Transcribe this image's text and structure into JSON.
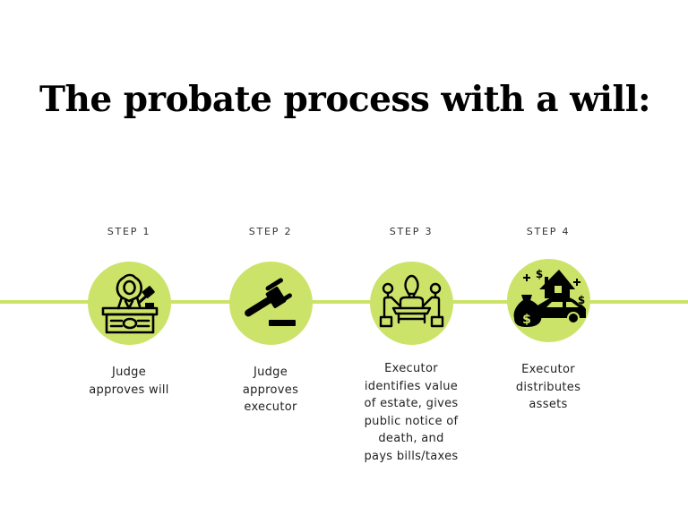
{
  "title": "The probate process with a will:",
  "colors": {
    "accent": "#cce36a",
    "text": "#222222",
    "icon": "#000000"
  },
  "steps": [
    {
      "label": "STEP 1",
      "icon": "judge-icon",
      "description": [
        "Judge",
        "approves will"
      ]
    },
    {
      "label": "STEP 2",
      "icon": "gavel-icon",
      "description": [
        "Judge",
        "approves",
        "executor"
      ]
    },
    {
      "label": "STEP 3",
      "icon": "meeting-ideas-icon",
      "description": [
        "Executor",
        "identifies value",
        "of estate, gives",
        "public notice of",
        "death, and",
        "pays bills/taxes"
      ]
    },
    {
      "label": "STEP 4",
      "icon": "assets-distribution-icon",
      "description": [
        "Executor",
        "distributes",
        "assets"
      ]
    }
  ]
}
